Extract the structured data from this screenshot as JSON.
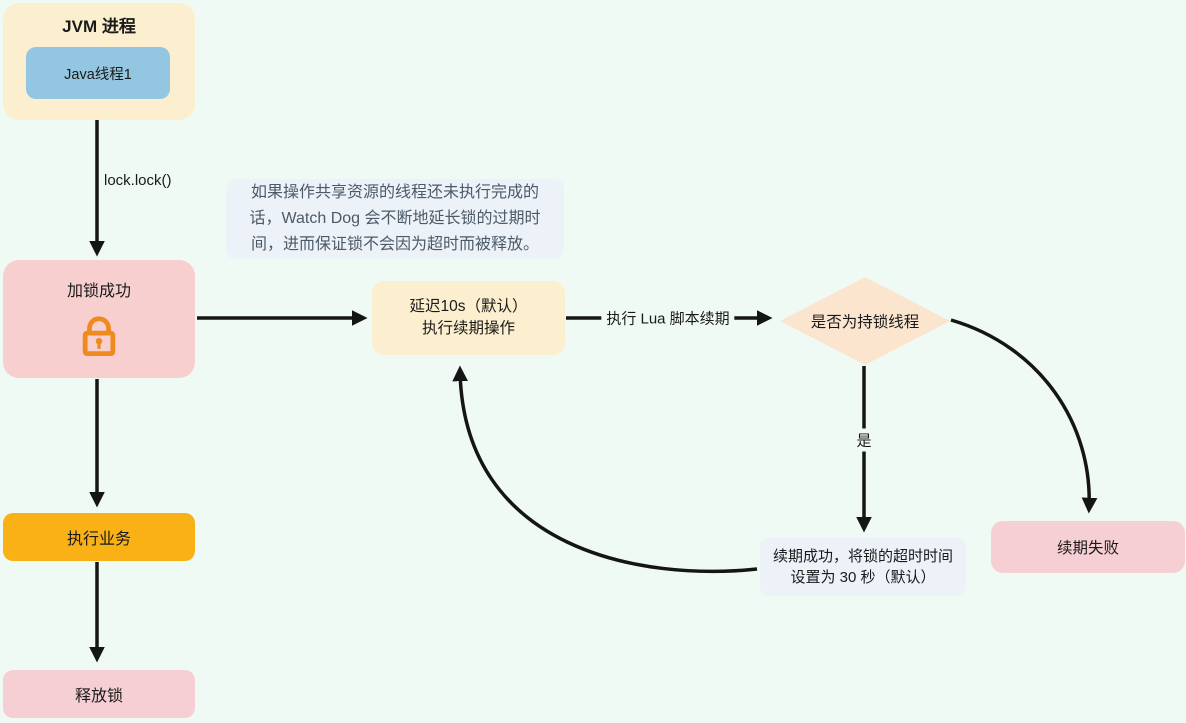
{
  "colors": {
    "page_bg": "#f0faf4",
    "cream": "#fcefcf",
    "blue": "#93c6e1",
    "pink": "#f6cfce",
    "pink_light": "#f5cfd3",
    "amber": "#f9b115",
    "peach": "#fbe5cf",
    "note_bg": "#edf1f8",
    "note_text": "#4c5a68",
    "arrow": "#151515",
    "lock_orange": "#ee8a1e"
  },
  "jvm_group": {
    "title": "JVM 进程",
    "thread_label": "Java线程1"
  },
  "nodes": {
    "lock_success": {
      "label": "加锁成功"
    },
    "delay_renew": {
      "line1": "延迟10s（默认）",
      "line2": "执行续期操作"
    },
    "holder_check": {
      "label": "是否为持锁线程"
    },
    "renew_success": {
      "line1": "续期成功，将锁的超时时间",
      "line2": "设置为 30 秒（默认）"
    },
    "renew_fail": {
      "label": "续期失败"
    },
    "do_business": {
      "label": "执行业务"
    },
    "release_lock": {
      "label": "释放锁"
    }
  },
  "edge_labels": {
    "lock_call": "lock.lock()",
    "lua_script": "执行 Lua 脚本续期",
    "yes": "是"
  },
  "note": {
    "line1": "如果操作共享资源的线程还未执行完成的",
    "line2": "话，Watch Dog 会不断地延长锁的过期时",
    "line3": "间，进而保证锁不会因为超时而被释放。"
  }
}
